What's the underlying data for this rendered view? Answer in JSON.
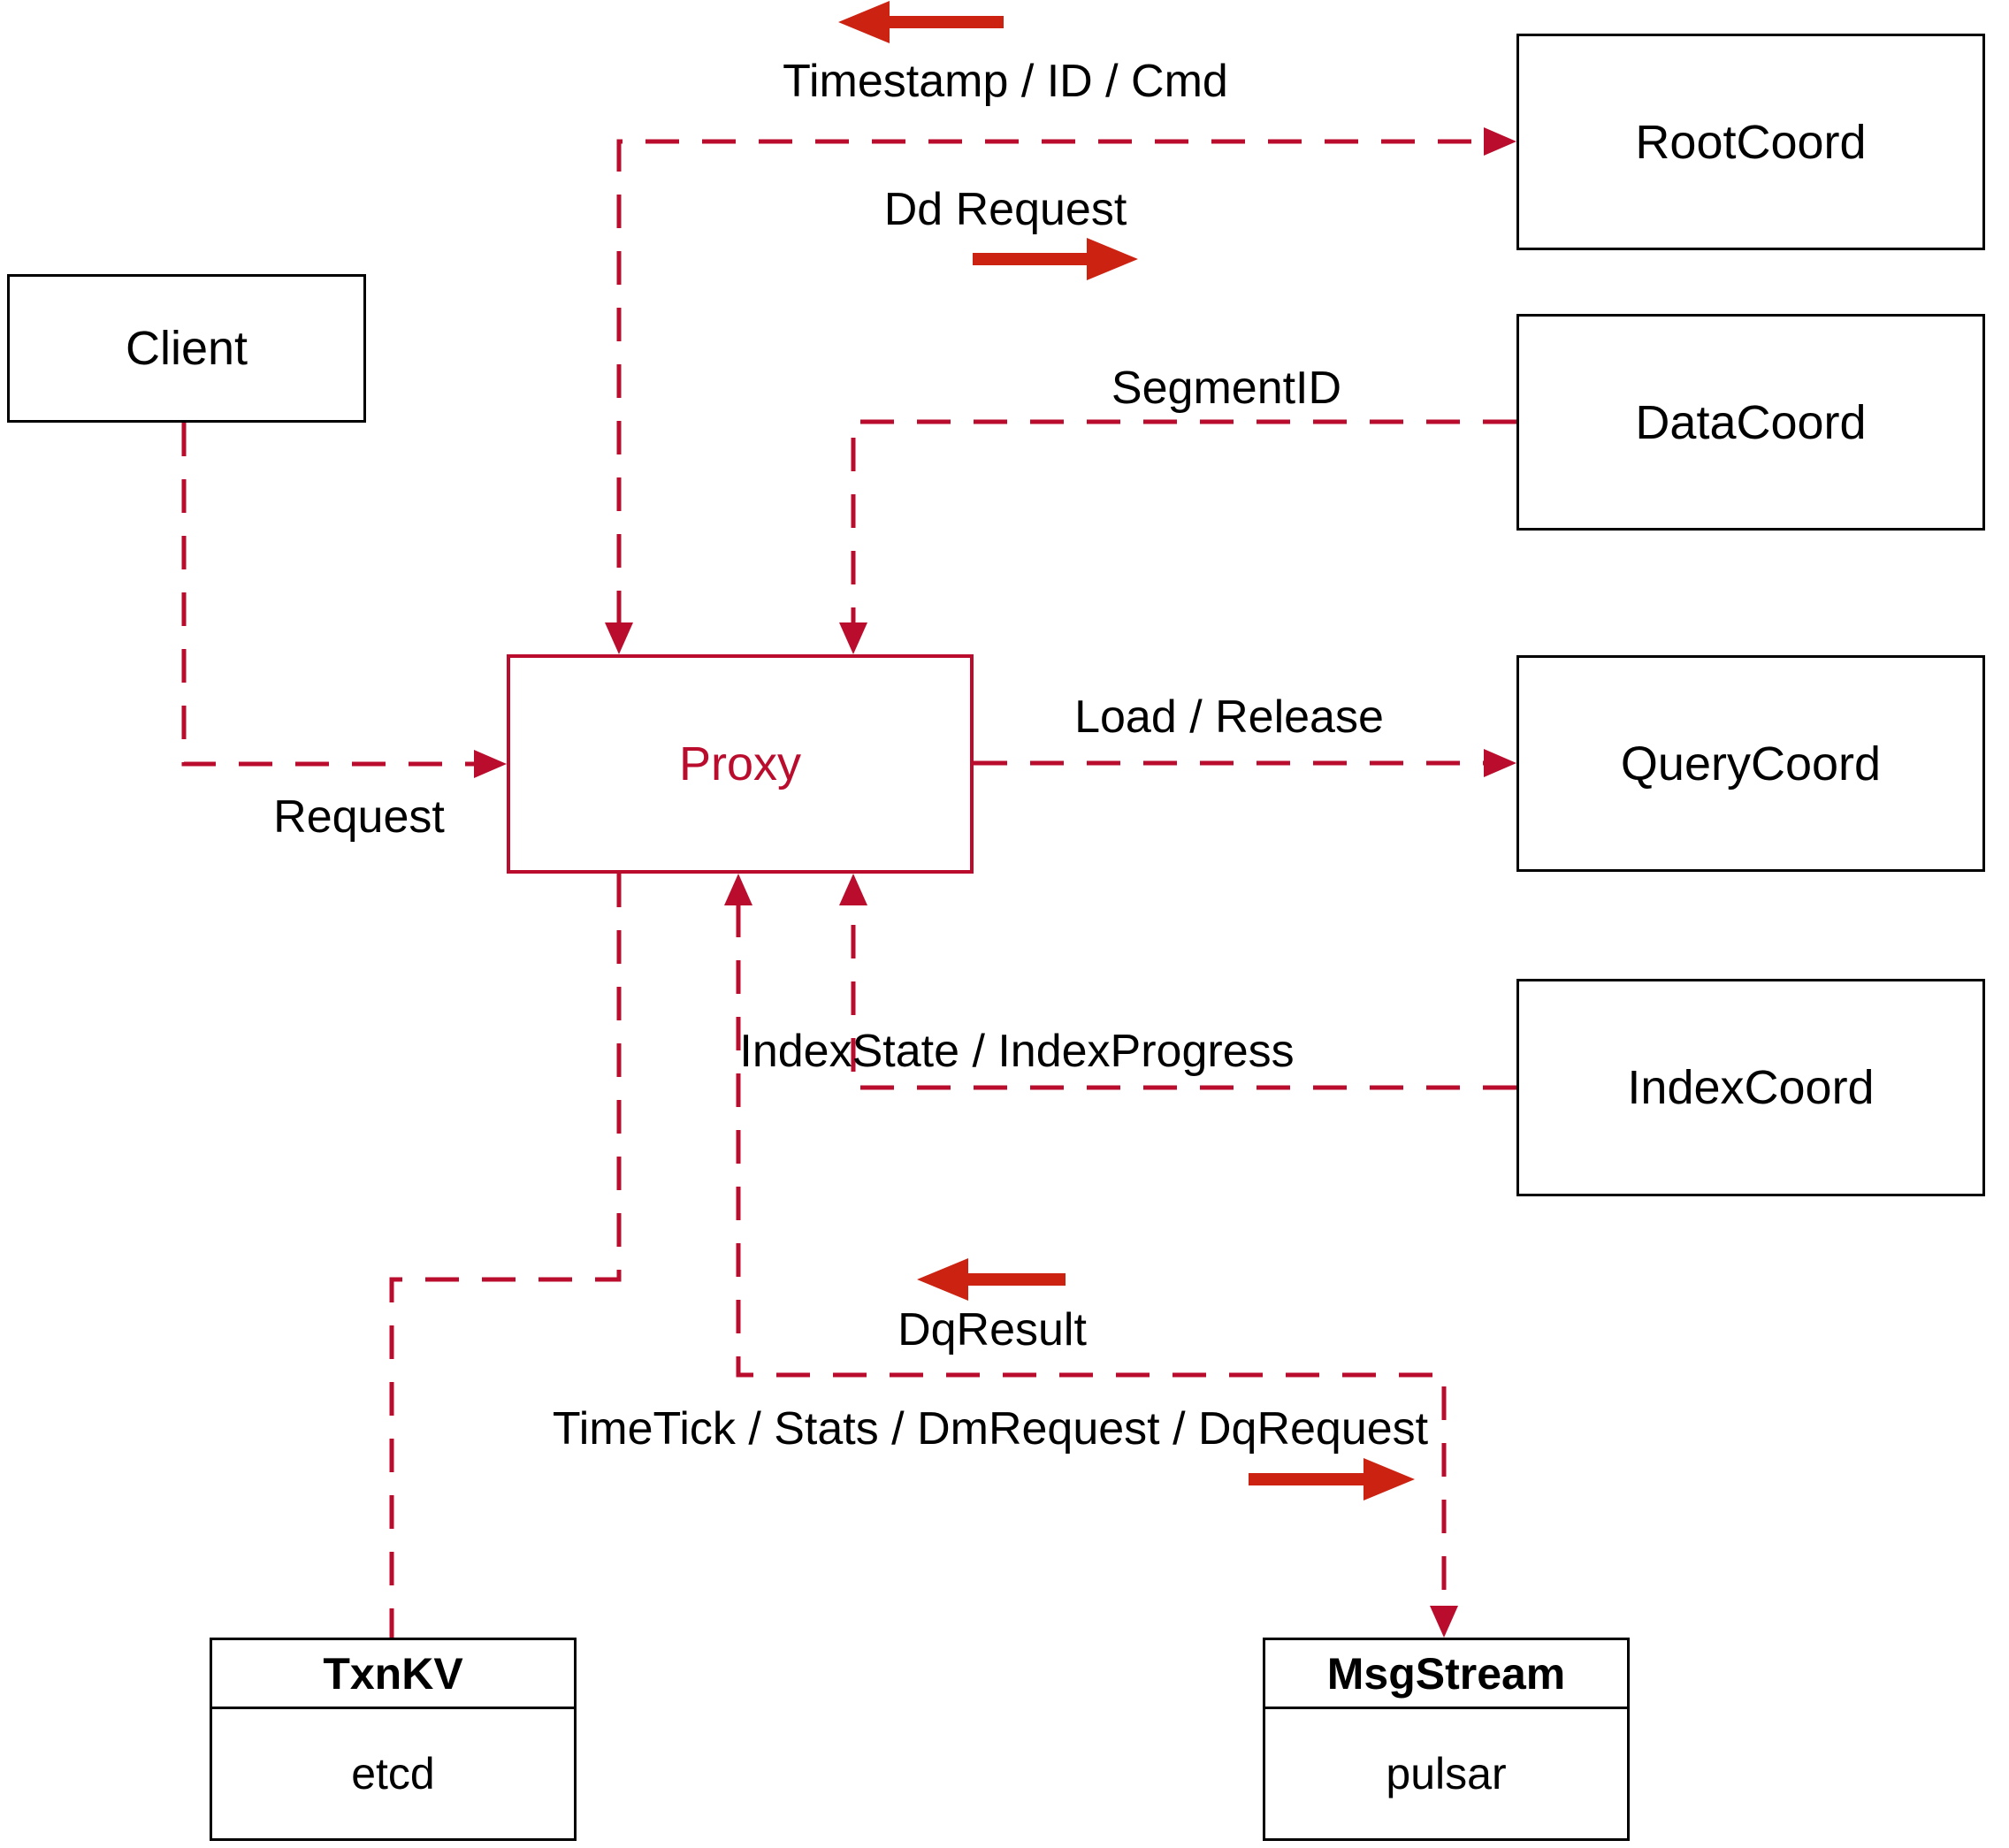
{
  "diagram": {
    "type": "architecture-diagram",
    "colors": {
      "connector_dashed": "#BA0D2E",
      "solid_arrow": "#CC2211",
      "box_border": "#000000",
      "proxy_accent": "#BA0D2E",
      "label_text": "#000000",
      "background": "#FFFFFF"
    },
    "nodes": {
      "client": {
        "label": "Client"
      },
      "proxy": {
        "label": "Proxy"
      },
      "rootcoord": {
        "label": "RootCoord"
      },
      "datacoord": {
        "label": "DataCoord"
      },
      "querycoord": {
        "label": "QueryCoord"
      },
      "indexcoord": {
        "label": "IndexCoord"
      },
      "txnkv": {
        "title": "TxnKV",
        "impl": "etcd"
      },
      "msgstream": {
        "title": "MsgStream",
        "impl": "pulsar"
      }
    },
    "edge_labels": {
      "timestamp_id_cmd": "Timestamp / ID / Cmd",
      "dd_request": "Dd Request",
      "segment_id": "SegmentID",
      "load_release": "Load / Release",
      "index_state_progress": "IndexState / IndexProgress",
      "request": "Request",
      "dq_result": "DqResult",
      "time_tick": "TimeTick / Stats / DmRequest / DqRequest"
    }
  }
}
